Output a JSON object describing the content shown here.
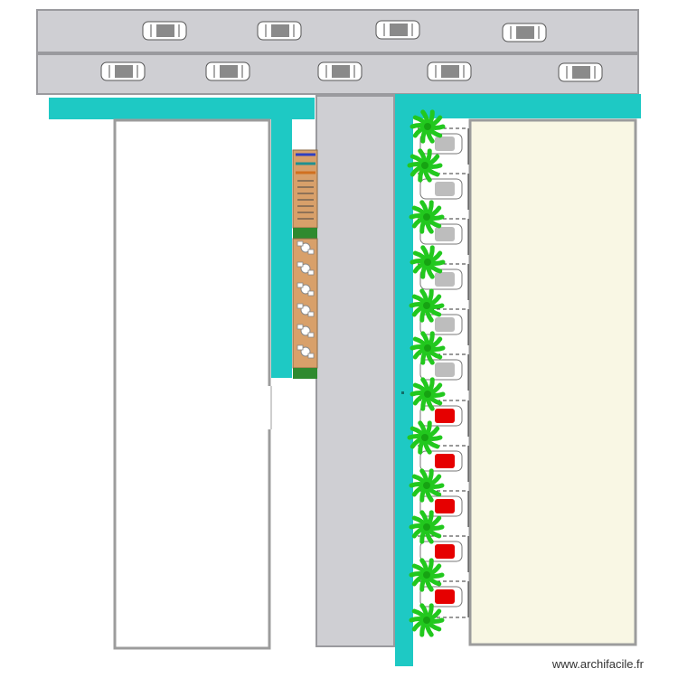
{
  "watermark": "www.archifacile.fr",
  "colors": {
    "road": "#cfcfd3",
    "road_border": "#9a9a9e",
    "sidewalk": "#1ec9c4",
    "building_left": "#ffffff",
    "building_right": "#f9f7e4",
    "building_border": "#9c9c9c",
    "palm": "#22c81e",
    "terrace": "#d8a06a",
    "hedge": "#2f8a2f",
    "car_red": "#e60000",
    "car_grey": "#bdbdbd"
  },
  "icons": {
    "parked_car": "car-top-view-icon",
    "palm_tree": "palm-tree-icon",
    "table_set": "table-chairs-icon",
    "bicycle": "bicycle-icon"
  },
  "plan": {
    "road_cars_row1": 4,
    "road_cars_row2": 5,
    "parking_spaces_grey": 6,
    "parking_spaces_red": 5,
    "palm_trees": 12,
    "terrace_tables": 6
  }
}
